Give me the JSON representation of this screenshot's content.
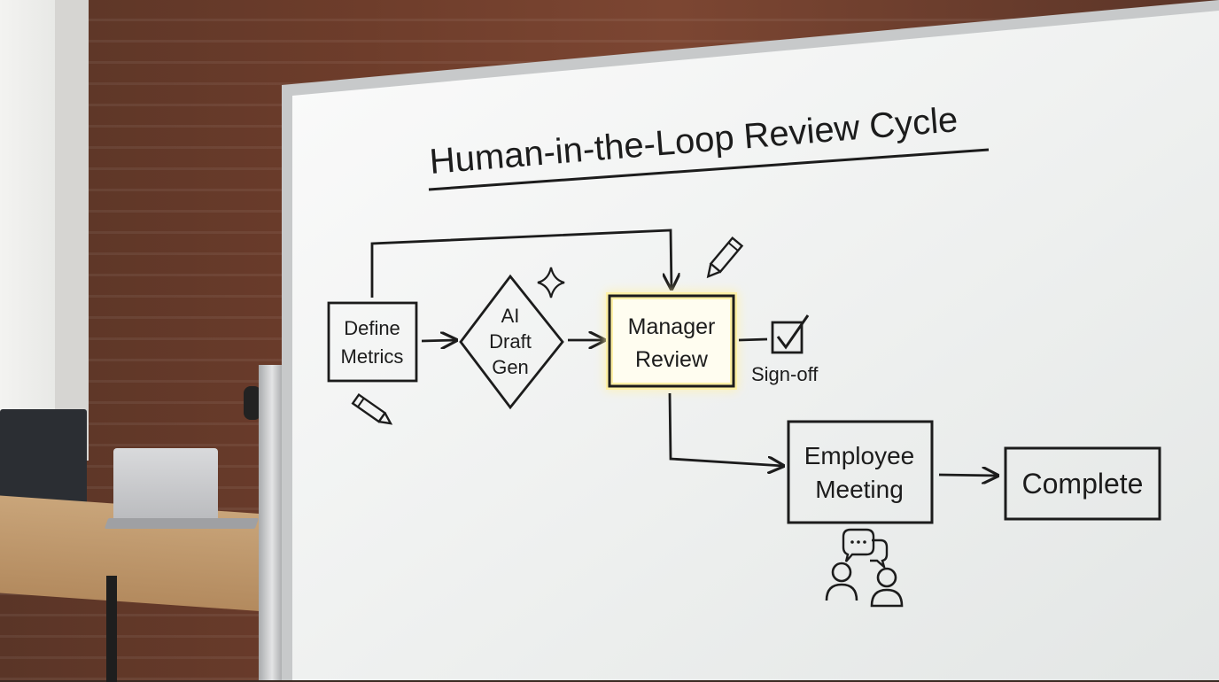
{
  "title": "Human-in-the-Loop Review Cycle",
  "nodes": {
    "define_metrics": [
      "Define",
      "Metrics"
    ],
    "ai_draft_gen": [
      "AI",
      "Draft",
      "Gen"
    ],
    "manager_review": [
      "Manager",
      "Review"
    ],
    "sign_off": "Sign-off",
    "employee_meeting": [
      "Employee",
      "Meeting"
    ],
    "complete": "Complete"
  },
  "colors": {
    "ink": "#1c1c1c",
    "board": "#f4f5f4",
    "highlight_glow": "#fff3b0"
  },
  "icons": [
    "pencil-icon",
    "sparkle-icon",
    "checkbox-icon",
    "chat-bubbles-icon",
    "people-icon"
  ]
}
